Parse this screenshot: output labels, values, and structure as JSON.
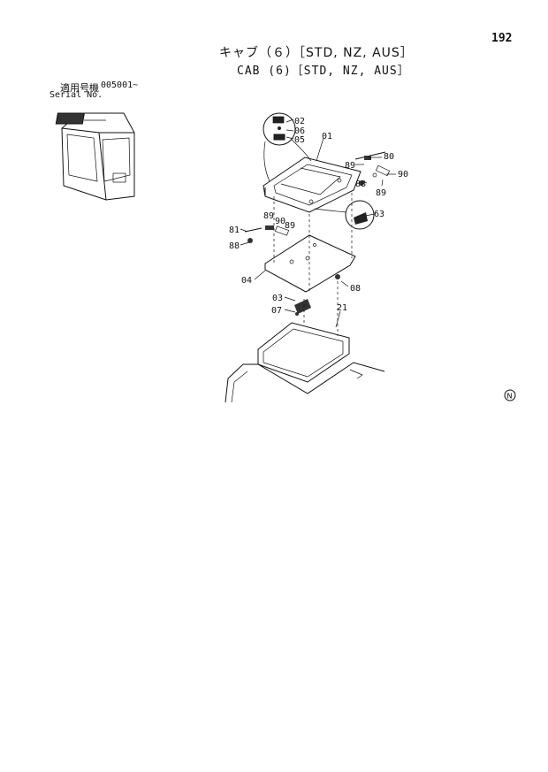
{
  "page_number": "192",
  "title_jp": "キャブ（６）［STD, NZ, AUS］",
  "title_en": "CAB (6)［STD, NZ, AUS］",
  "serial": {
    "label_jp": "適用号機",
    "label_en": "Serial No.",
    "value": "005001~"
  },
  "callouts": {
    "c01": "01",
    "c02": "02",
    "c03": "03",
    "c04": "04",
    "c05": "05",
    "c06": "06",
    "c07": "07",
    "c08": "08",
    "c21": "21",
    "c63": "63",
    "c80": "80",
    "c81": "81",
    "c88a": "88",
    "c88b": "88",
    "c89a": "89",
    "c89b": "89",
    "c89c": "89",
    "c89d": "89",
    "c90a": "90",
    "c90b": "90"
  },
  "region_mark": "N"
}
